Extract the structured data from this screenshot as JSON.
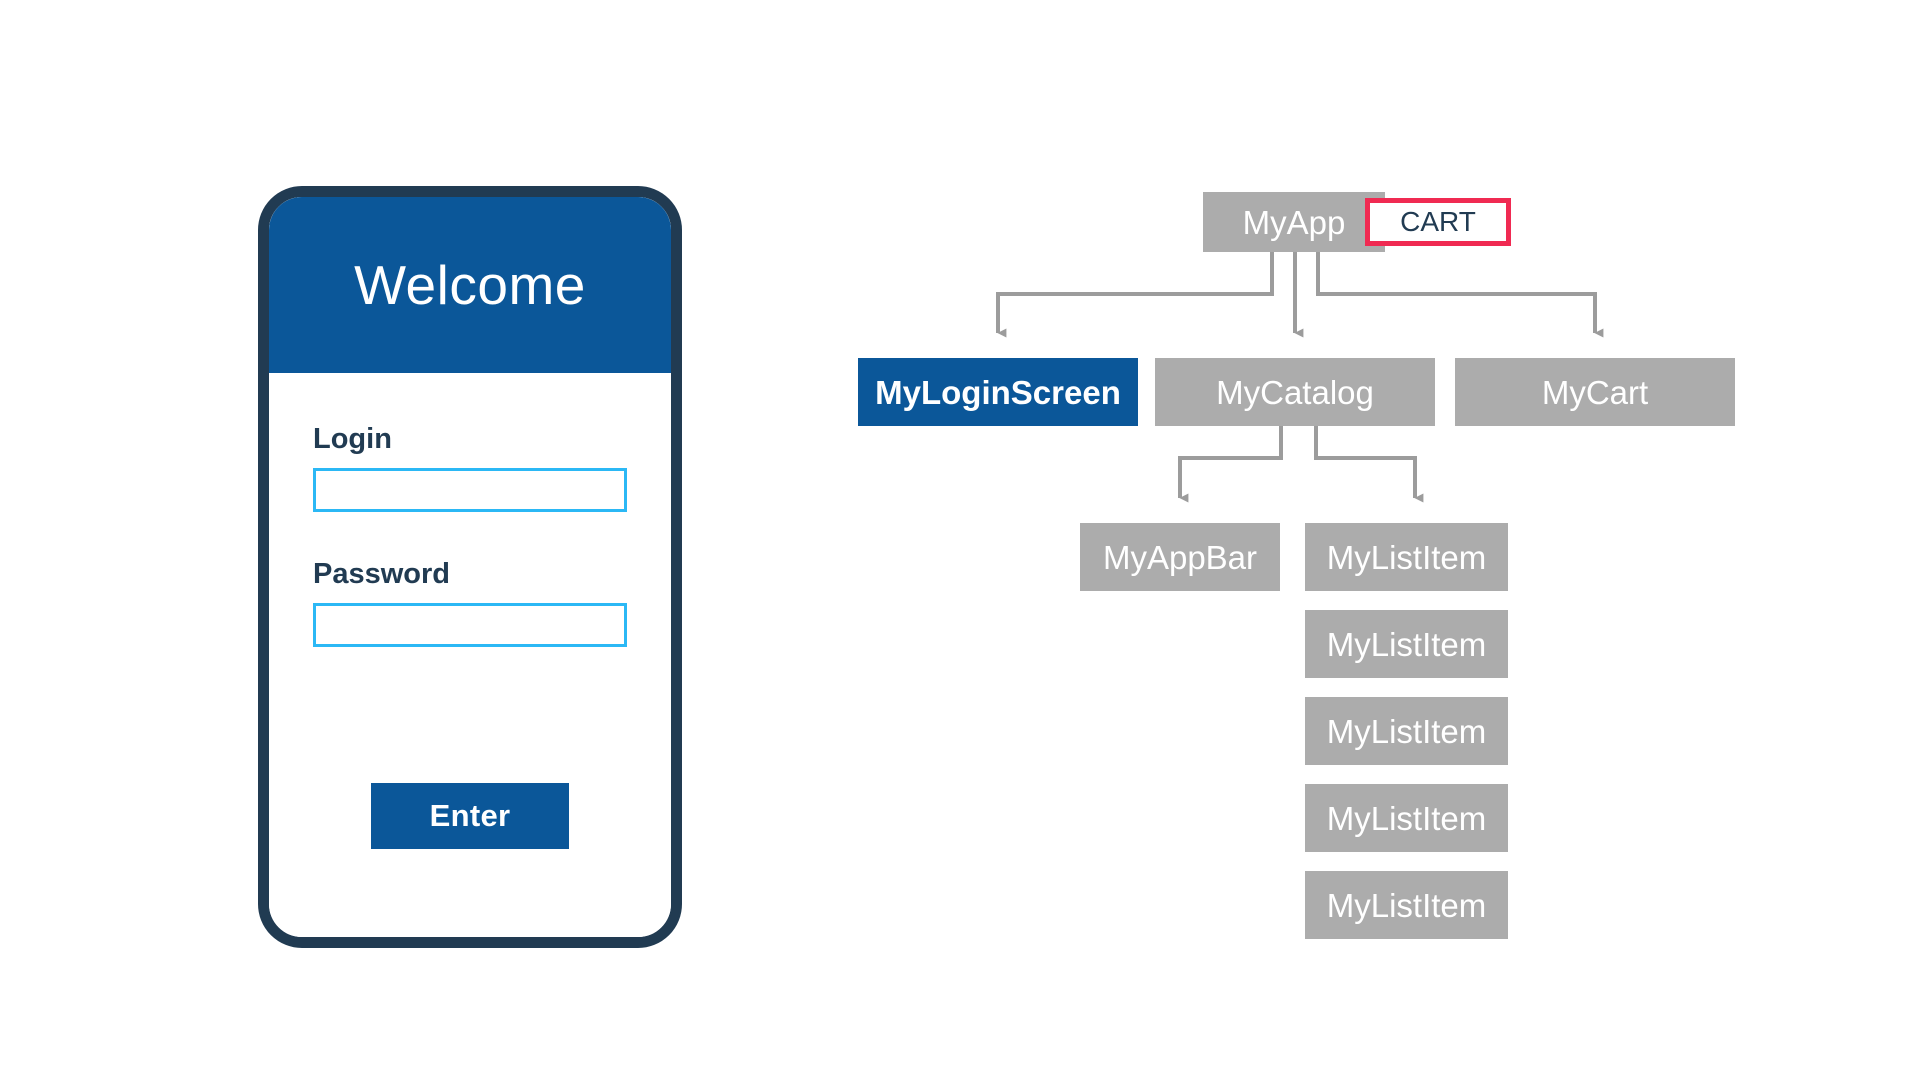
{
  "phone": {
    "appbar_title": "Welcome",
    "fields": [
      {
        "label": "Login",
        "value": "",
        "placeholder": ""
      },
      {
        "label": "Password",
        "value": "",
        "placeholder": ""
      }
    ],
    "submit_label": "Enter",
    "colors": {
      "appbar": "#0B5799",
      "frame": "#213B52",
      "input_border": "#2BB8F5",
      "button": "#0B5799"
    }
  },
  "tree": {
    "colors": {
      "node": "#ACACAC",
      "node_selected": "#0B5799",
      "connector": "#9C9C9C",
      "callout_border": "#F02A52"
    },
    "callout": {
      "label": "CART"
    },
    "nodes": {
      "root": "MyApp",
      "login_screen": "MyLoginScreen",
      "catalog": "MyCatalog",
      "cart": "MyCart",
      "appbar": "MyAppBar",
      "list_items": [
        "MyListItem",
        "MyListItem",
        "MyListItem",
        "MyListItem",
        "MyListItem"
      ]
    }
  }
}
